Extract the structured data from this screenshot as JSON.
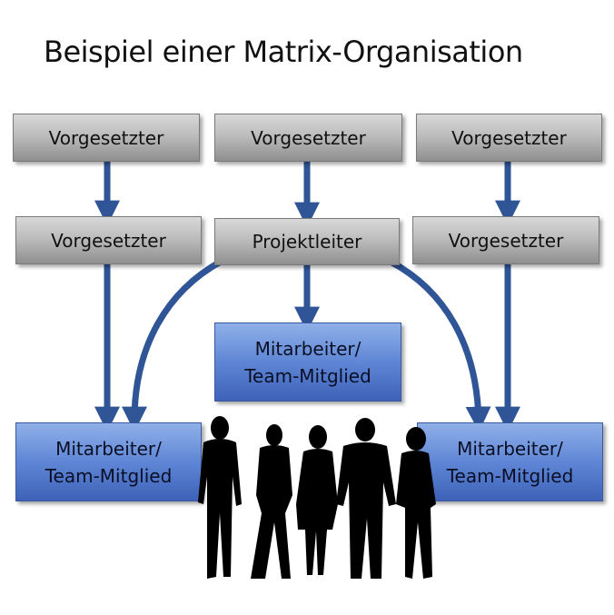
{
  "title": "Beispiel einer Matrix-Organisation",
  "colors": {
    "arrow": "#2f5597",
    "box_gray": "#b5b5b5",
    "box_blue": "#5b82d2"
  },
  "boxes": {
    "top_left": "Vorgesetzter",
    "top_center": "Vorgesetzter",
    "top_right": "Vorgesetzter",
    "mid_left": "Vorgesetzter",
    "mid_center": "Projektleiter",
    "mid_right": "Vorgesetzter",
    "center_member": {
      "line1": "Mitarbeiter/",
      "line2": "Team-Mitglied"
    },
    "bottom_left_member": {
      "line1": "Mitarbeiter/",
      "line2": "Team-Mitglied"
    },
    "bottom_right_member": {
      "line1": "Mitarbeiter/",
      "line2": "Team-Mitglied"
    }
  },
  "illustration": "people-silhouettes-icon"
}
